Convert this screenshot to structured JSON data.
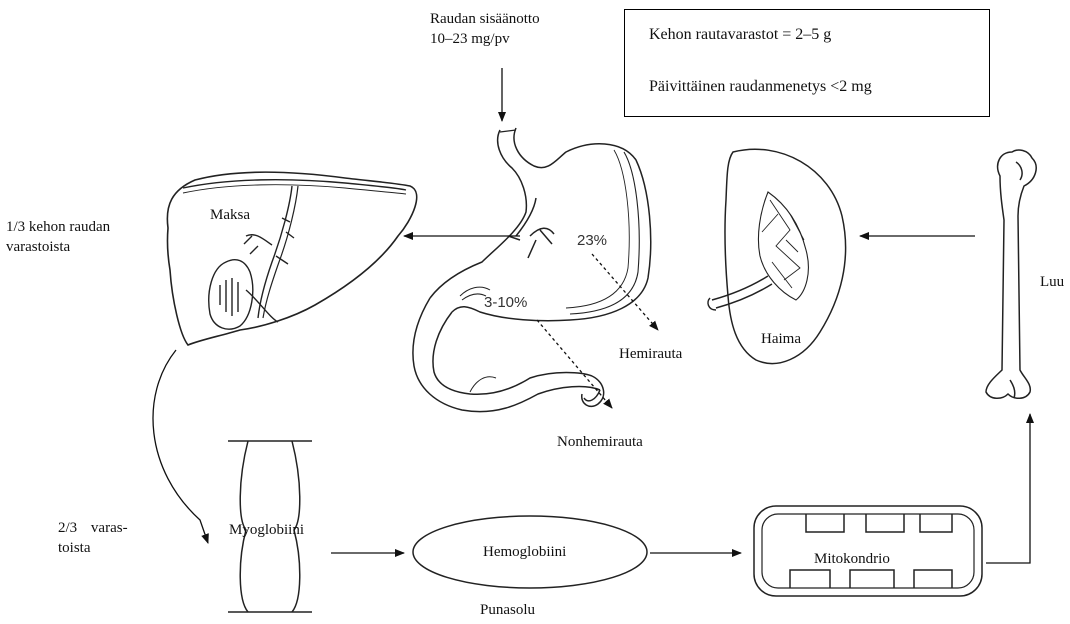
{
  "intake": {
    "line1": "Raudan sisäänotto",
    "line2": "10–23 mg/pv"
  },
  "info_box": {
    "stores": "Kehon rautavarastot = 2–5 g",
    "loss": "Päivittäinen raudanmenetys <2 mg"
  },
  "liver": {
    "name": "Maksa",
    "note_line1": "1/3 kehon raudan",
    "note_line2": "varastoista"
  },
  "stomach": {
    "heme_pct": "23%",
    "nonheme_pct": "3-10%",
    "heme_label": "Hemirauta",
    "nonheme_label": "Nonhemirauta"
  },
  "pancreas": {
    "name": "Haima"
  },
  "bone": {
    "name": "Luu"
  },
  "storage_note": {
    "line1": "2/3 varas-",
    "line2": "toista"
  },
  "myoglobin": {
    "name": "Myoglobiini"
  },
  "hemoglobin": {
    "name": "Hemoglobiini",
    "cell_label": "Punasolu"
  },
  "mitochondrion": {
    "name": "Mitokondrio"
  }
}
